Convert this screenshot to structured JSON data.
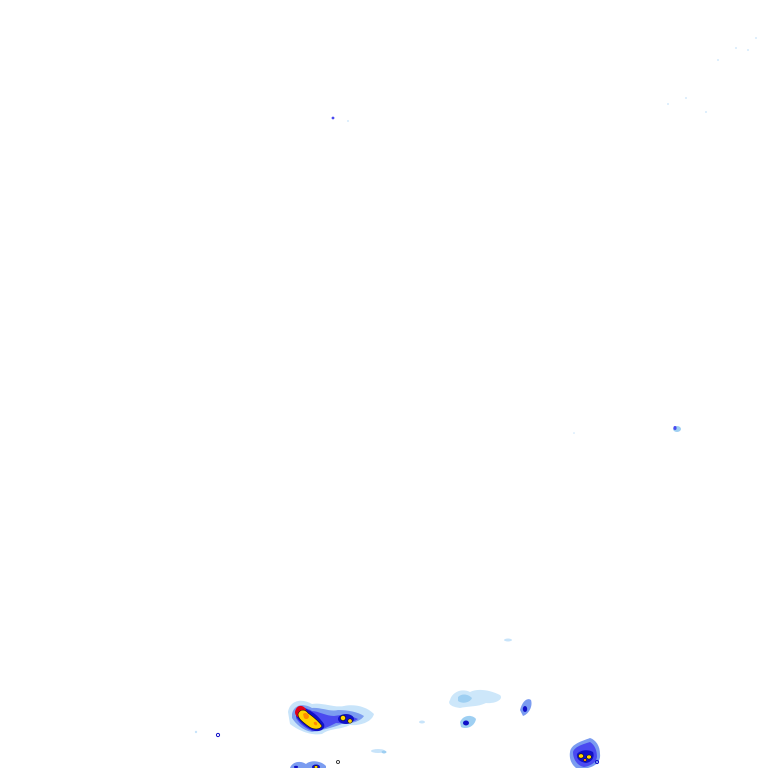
{
  "map": {
    "type": "weather-radar-overlay",
    "background_color": "#ffffff",
    "legend_visible": false,
    "labels_visible": false,
    "reflectivity_palette": {
      "very_light": "#c8e4fa",
      "light": "#9ecff2",
      "light_moderate": "#7b9cf0",
      "moderate": "#4a4af0",
      "heavy": "#1010c8",
      "very_heavy": "#0a0a8c",
      "intense": "#ffd400",
      "very_intense": "#ff8c00",
      "extreme": "#e0001a",
      "outline": "#111111"
    },
    "echo_regions": [
      "far-top-speckles",
      "isolated-top-cell",
      "isolated-right-cell",
      "south-west-storm-cluster",
      "south-central-light-echoes",
      "south-east-storm-cell",
      "south-edge-echoes"
    ]
  }
}
